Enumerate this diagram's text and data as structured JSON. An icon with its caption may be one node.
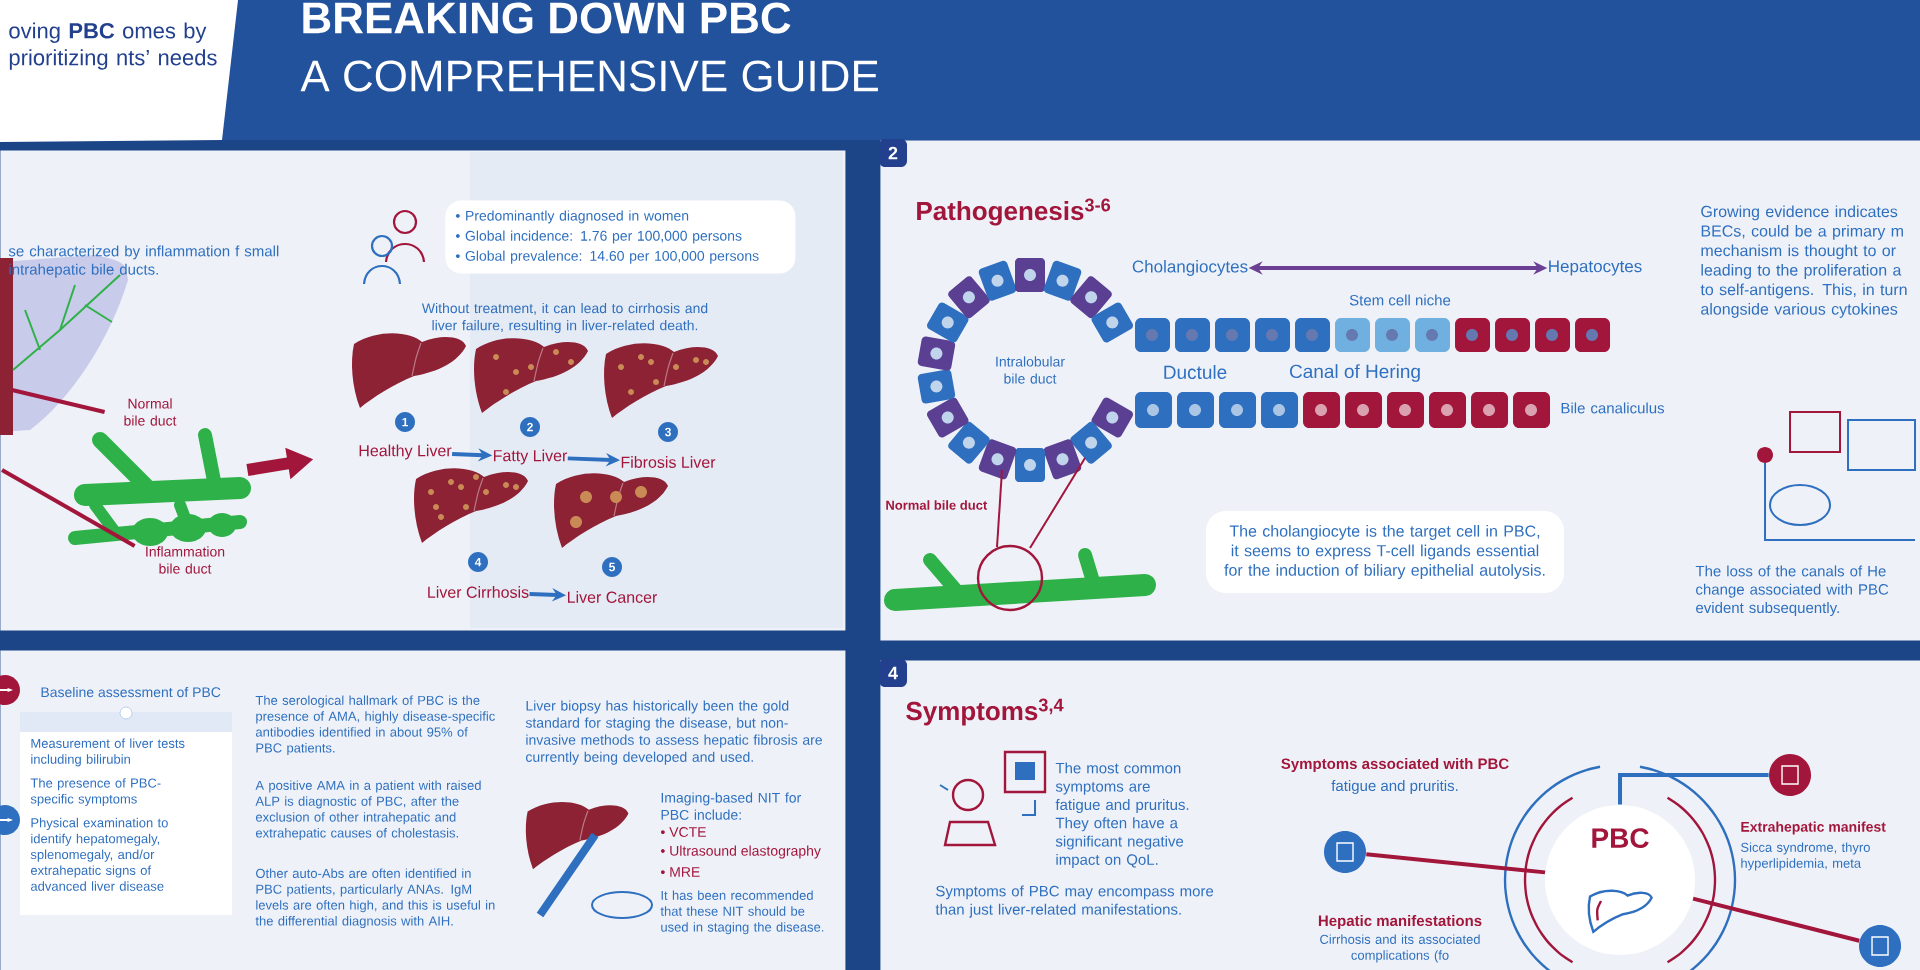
{
  "diagram": {
    "title": "BREAKING DOWN PBC",
    "nodes": [
      {
        "text": [
          "oving **PBC** omes by prioritizing nts’ needs"
        ]
      },
      {
        "text": [],
        "shape": "box"
      },
      {
        "text": [
          "Pathogenesis$^{3-6}$"
        ]
      },
      {
        "text": [],
        "shape": "box"
      },
      {
        "text": [
          "Symptoms$^{3,4}$"
        ]
      },
      {
        "text": [
          "• Predominantly diagnosed in women",
          "• Global incidence: 1.76 per 100,000 persons",
          "• Global prevalence: 14.60 per 100,000 persons"
        ],
        "in": 1
      },
      {
        "text": [
          "Normal bile duct"
        ],
        "in": 1
      },
      {
        "text": [
          "Inflammation bile duct"
        ],
        "in": 1
      },
      {
        "text": [],
        "shape": "picture",
        "in": 1
      },
      {
        "text": [
          "Healthy Liver"
        ],
        "in": 1
      },
      {
        "text": [
          "Fatty Liver"
        ],
        "in": 1
      },
      {
        "text": [
          "Fibrosis Liver"
        ],
        "in": 1
      },
      {
        "text": [
          "Liver Cirrhosis"
        ],
        "in": 1
      },
      {
        "text": [
          "Liver Cancer"
        ],
        "in": 1
      },
      {
        "text": [
          "Cholangiocytes"
        ],
        "in": 2
      },
      {
        "text": [
          "Hepatocytes"
        ],
        "in": 2
      },
      {
        "text": [
          "The cholangiocyte is the target cell in PBC, it seems to express T-cell ligands essential for the induction of biliary epithelial autolysis."
        ],
        "in": 2
      },
      {
        "text": [
          "Measurement of liver tests including bilirubin",
          "The presence of PBC-specific symptoms",
          "Physical examination to identify hepatomegaly, splenomegaly, and/or extrahepatic signs of advanced liver disease"
        ],
        "in": 3
      },
      {
        "text": [
          "PBC"
        ],
        "in": 4
      },
      {
        "text": [],
        "shape": "circle",
        "in": 4
      },
      {
        "text": [],
        "shape": "circle",
        "in": 4
      },
      {
        "text": [],
        "shape": "circle",
        "in": 4
      }
    ],
    "edges": [
      {
        "from": 6,
        "to": null,
        "arrow": "none"
      },
      {
        "from": 7,
        "to": null,
        "arrow": "none"
      },
      {
        "from": 8,
        "to": 9,
        "arrow": "to",
        "style": "thick"
      },
      {
        "from": 9,
        "to": 10,
        "arrow": "to",
        "color": "#2e6fbf"
      },
      {
        "from": 10,
        "to": 11,
        "arrow": "to",
        "color": "#2e6fbf"
      },
      {
        "from": 12,
        "to": 13,
        "arrow": "to",
        "color": "#2e6fbf"
      },
      {
        "from": 14,
        "to": 15,
        "arrow": "both",
        "color": "#6b3f94"
      },
      {
        "from": 19,
        "to": 18,
        "arrow": "none"
      },
      {
        "from": 20,
        "to": 18,
        "arrow": "none",
        "color": "#2e6fbf"
      },
      {
        "from": 21,
        "to": 18,
        "arrow": "none"
      }
    ],
    "labels": [
      "A COMPREHENSIVE GUIDE",
      "se characterized by inflammation f small intrahepatic bile ducts.",
      "Without treatment, it can lead to cirrhosis and liver failure, resulting in liver-related death.",
      "1",
      "2",
      "3",
      "4",
      "5",
      "2",
      "Stem cell niche",
      "Intralobular bile duct",
      "Ductule",
      "Canal of Hering",
      "Bile canaliculus",
      "Normal bile duct",
      "Growing evidence indicates BECs, could be a primary m mechanism is thought to or leading to the proliferation a to self-antigens. This, in turn alongside various cytokines",
      "The loss of the canals of He change associated with PBC evident subsequently.",
      "4",
      "Baseline assessment of PBC",
      "The serological hallmark of PBC is the presence of AMA, highly disease-specific antibodies identified in about 95% of PBC patients.",
      "A positive AMA in a patient with raised ALP is diagnostic of PBC, after the exclusion of other intrahepatic and extrahepatic causes of cholestasis.",
      "Other auto-Abs are often identified in PBC patients, particularly ANAs. IgM levels are often high, and this is useful in the differential diagnosis with AIH.",
      "Liver biopsy has historically been the gold standard for staging the disease, but non-invasive methods to assess hepatic fibrosis are currently being developed and used.",
      "Imaging-based NIT for PBC include:",
      "• VCTE",
      "• Ultrasound elastography",
      "• MRE",
      "It has been recommended that these NIT should be used in staging the disease.",
      "The most common symptoms are fatigue and pruritus. They often have a significant negative impact on QoL.",
      "Symptoms of PBC may encompass more than just liver-related manifestations.",
      "Symptoms associated with PBC",
      "fatigue and pruritis.",
      "Hepatic manifestations",
      "Cirrhosis and its associated complications (fo",
      "Extrahepatic manifest",
      "Sicca syndrome, thyro hyperlipidemia, meta"
    ]
  }
}
